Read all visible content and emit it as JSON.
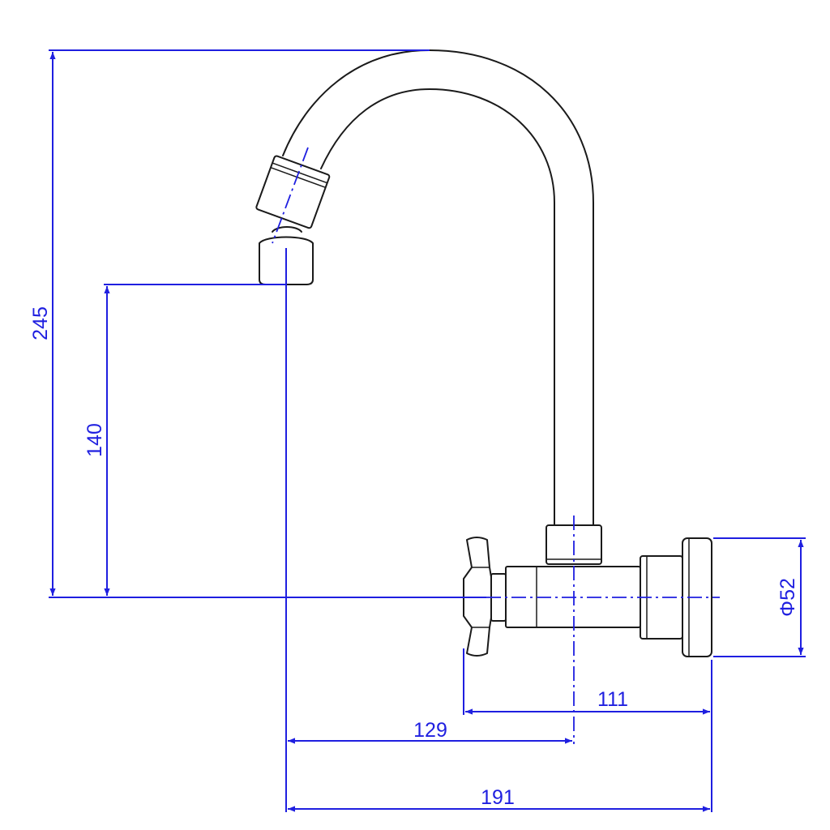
{
  "colors": {
    "dimension": "#1f1fe0",
    "outline": "#1a1a1a",
    "background": "#ffffff"
  },
  "dimensions": {
    "total_height": "245",
    "outlet_height": "140",
    "valve_to_wall": "111",
    "spout_reach": "129",
    "total_reach": "191",
    "flange_diameter": "Φ52"
  }
}
